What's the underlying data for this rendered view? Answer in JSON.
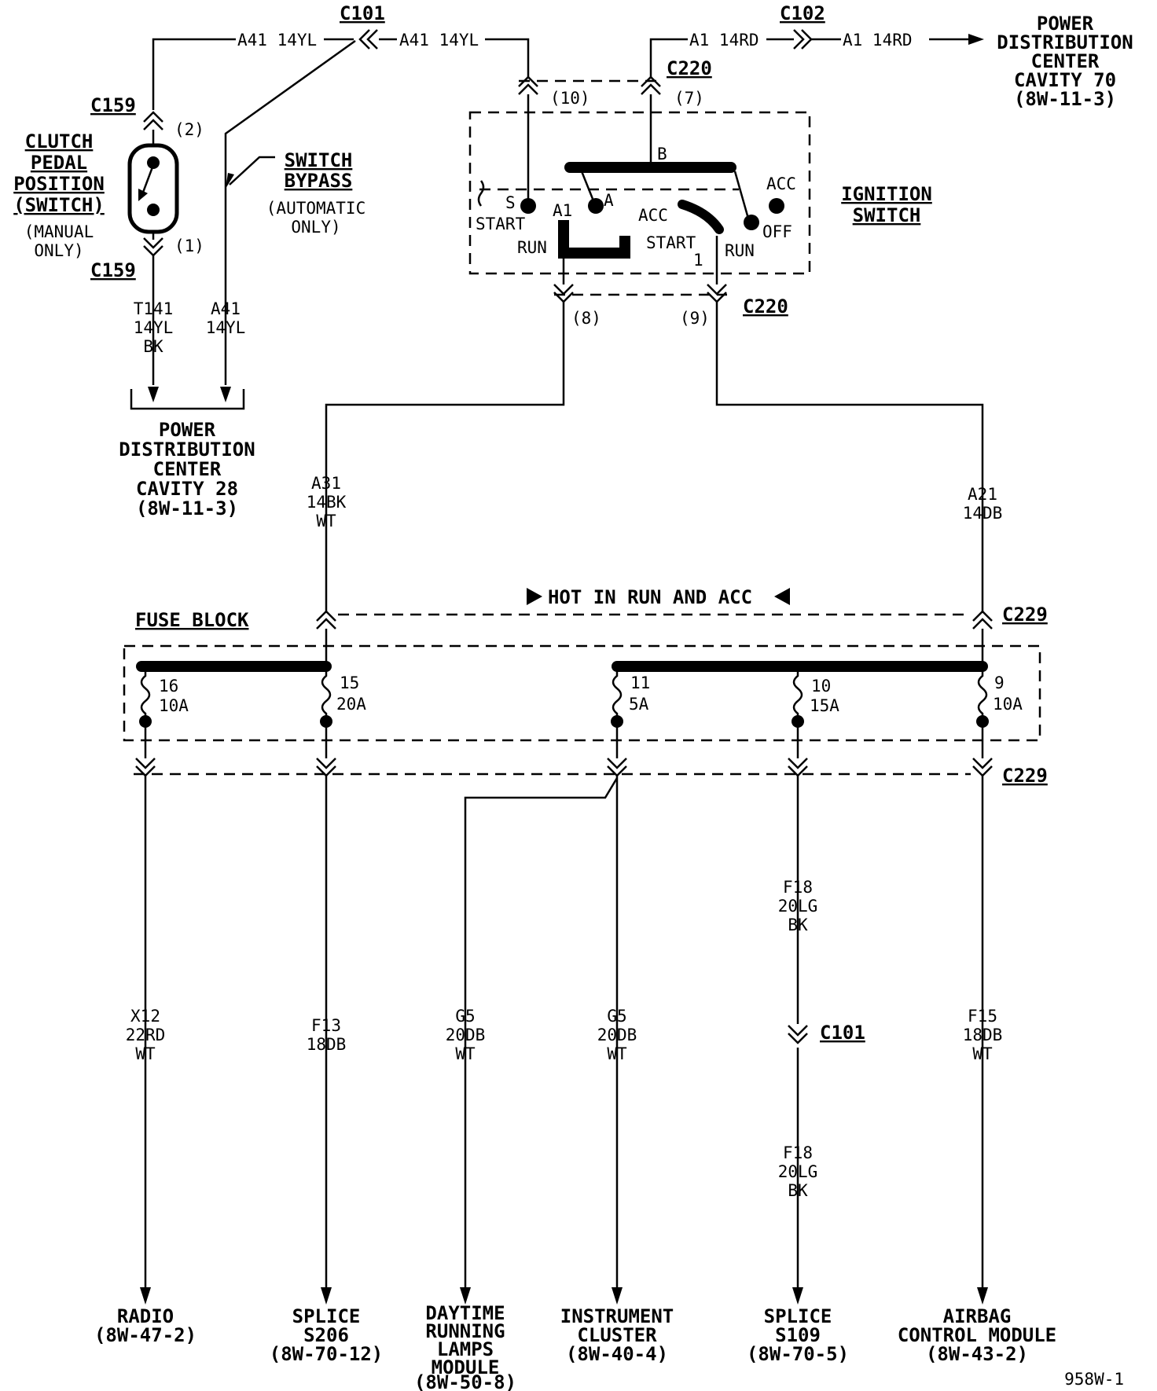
{
  "connectors": {
    "c101_top": "C101",
    "c102": "C102",
    "c159_top": "C159",
    "c159_bottom": "C159",
    "c220_top": "C220",
    "c220_bottom": "C220",
    "c229_top": "C229",
    "c229_bottom": "C229",
    "c101_bottom": "C101"
  },
  "pins": {
    "c159_pin2": "(2)",
    "c159_pin1": "(1)",
    "c220_pin10": "(10)",
    "c220_pin7": "(7)",
    "c220_pin8": "(8)",
    "c220_pin9": "(9)"
  },
  "wires": {
    "a41_left": "A41 14YL",
    "a41_right": "A41 14YL",
    "a1_left": "A1 14RD",
    "a1_right": "A1 14RD",
    "t141": [
      "T141",
      "14YL",
      "BK"
    ],
    "a41_down": [
      "A41",
      "14YL"
    ],
    "a31": [
      "A31",
      "14BK",
      "WT"
    ],
    "a21": [
      "A21",
      "14DB"
    ],
    "f18_upper": [
      "F18",
      "20LG",
      "BK"
    ],
    "x12": [
      "X12",
      "22RD",
      "WT"
    ],
    "f13": [
      "F13",
      "18DB"
    ],
    "g5_drl": [
      "G5",
      "20DB",
      "WT"
    ],
    "g5_cluster": [
      "G5",
      "20DB",
      "WT"
    ],
    "f15": [
      "F15",
      "18DB",
      "WT"
    ],
    "f18_lower": [
      "F18",
      "20LG",
      "BK"
    ]
  },
  "components": {
    "clutch_switch": [
      "CLUTCH",
      "PEDAL",
      "POSITION",
      "(SWITCH)"
    ],
    "clutch_note": [
      "(MANUAL",
      "ONLY)"
    ],
    "switch_bypass": [
      "SWITCH",
      "BYPASS"
    ],
    "bypass_note": [
      "(AUTOMATIC",
      "ONLY)"
    ],
    "pdc_top": [
      "POWER",
      "DISTRIBUTION",
      "CENTER",
      "CAVITY 70",
      "(8W-11-3)"
    ],
    "pdc_left": [
      "POWER",
      "DISTRIBUTION",
      "CENTER",
      "CAVITY 28",
      "(8W-11-3)"
    ],
    "ignition_switch": [
      "IGNITION",
      "SWITCH"
    ],
    "fuse_block": "FUSE BLOCK",
    "hot_in": "HOT IN RUN AND ACC"
  },
  "ignition_labels": {
    "b": "B",
    "s": "S",
    "start_left": "START",
    "a1": "A1",
    "a": "A",
    "run_left": "RUN",
    "acc_mid": "ACC",
    "start_mid": "START",
    "one": "1",
    "run_right": "RUN",
    "acc_right": "ACC",
    "off": "OFF"
  },
  "fuses": [
    {
      "num": "16",
      "amps": "10A"
    },
    {
      "num": "15",
      "amps": "20A"
    },
    {
      "num": "11",
      "amps": "5A"
    },
    {
      "num": "10",
      "amps": "15A"
    },
    {
      "num": "9",
      "amps": "10A"
    }
  ],
  "destinations": {
    "radio": [
      "RADIO",
      "(8W-47-2)"
    ],
    "splice_s206": [
      "SPLICE",
      "S206",
      "(8W-70-12)"
    ],
    "drl": [
      "DAYTIME",
      "RUNNING",
      "LAMPS",
      "MODULE",
      "(8W-50-8)"
    ],
    "cluster": [
      "INSTRUMENT",
      "CLUSTER",
      "(8W-40-4)"
    ],
    "splice_s109": [
      "SPLICE",
      "S109",
      "(8W-70-5)"
    ],
    "airbag": [
      "AIRBAG",
      "CONTROL MODULE",
      "(8W-43-2)"
    ]
  },
  "figure_id": "958W-1"
}
